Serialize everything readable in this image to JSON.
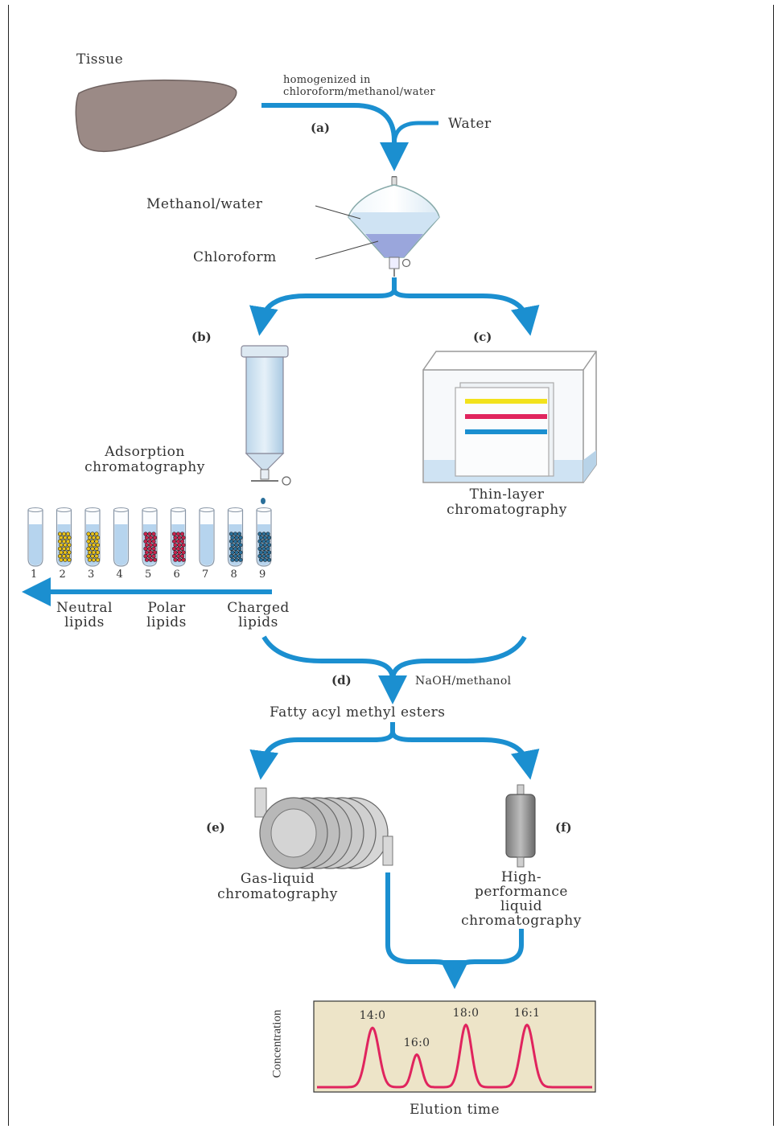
{
  "tissue": "Tissue",
  "homogenized_line1": "homogenized in",
  "homogenized_line2": "chloroform/methanol/water",
  "step_a": "(a)",
  "water": "Water",
  "methanol_water": "Methanol/water",
  "chloroform": "Chloroform",
  "step_b": "(b)",
  "step_c": "(c)",
  "adsorption_line1": "Adsorption",
  "adsorption_line2": "chromatography",
  "thin_layer_line1": "Thin-layer",
  "thin_layer_line2": "chromatography",
  "tube_numbers": [
    "1",
    "2",
    "3",
    "4",
    "5",
    "6",
    "7",
    "8",
    "9"
  ],
  "neutral_line1": "Neutral",
  "neutral_line2": "lipids",
  "polar_line1": "Polar",
  "polar_line2": "lipids",
  "charged_line1": "Charged",
  "charged_line2": "lipids",
  "step_d": "(d)",
  "naoh": "NaOH/methanol",
  "fatty": "Fatty acyl methyl esters",
  "step_e": "(e)",
  "step_f": "(f)",
  "glc_line1": "Gas-liquid",
  "glc_line2": "chromatography",
  "hplc_line1": "High-",
  "hplc_line2": "performance",
  "hplc_line3": "liquid",
  "hplc_line4": "chromatography",
  "chart_data": {
    "type": "line",
    "xlabel": "Elution time",
    "ylabel": "Concentration",
    "peaks": [
      {
        "label": "14:0",
        "height": 0.82
      },
      {
        "label": "16:0",
        "height": 0.45
      },
      {
        "label": "18:0",
        "height": 0.86
      },
      {
        "label": "16:1",
        "height": 0.86
      }
    ]
  },
  "colors": {
    "arrow": "#1b8fd0",
    "liver": "#9b8a86",
    "tlc_yellow": "#f2e21c",
    "tlc_red": "#e0245e",
    "tlc_blue": "#1b8fd0",
    "chart_bg": "#ede4c8",
    "chart_line": "#e0245e"
  }
}
